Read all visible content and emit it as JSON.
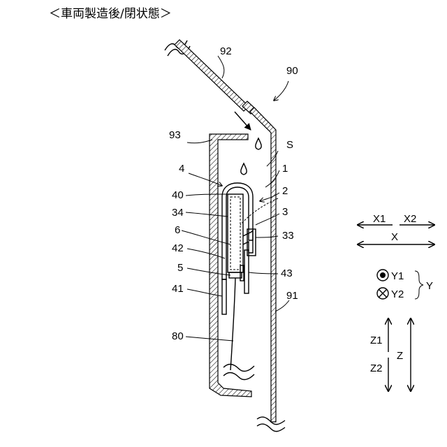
{
  "title": "＜車両製造後/閉状態＞",
  "labels": {
    "n90": "90",
    "n92": "92",
    "n93": "93",
    "nS": "S",
    "n4": "4",
    "n1": "1",
    "n40": "40",
    "n2": "2",
    "n34": "34",
    "n3": "3",
    "n6": "6",
    "n33": "33",
    "n42": "42",
    "n5": "5",
    "n43": "43",
    "n41": "41",
    "n91": "91",
    "n80": "80"
  },
  "legend": {
    "x1": "X1",
    "x2": "X2",
    "x": "X",
    "y1": "Y1",
    "y2": "Y2",
    "y": "Y",
    "z1": "Z1",
    "z2": "Z2",
    "z": "Z"
  }
}
